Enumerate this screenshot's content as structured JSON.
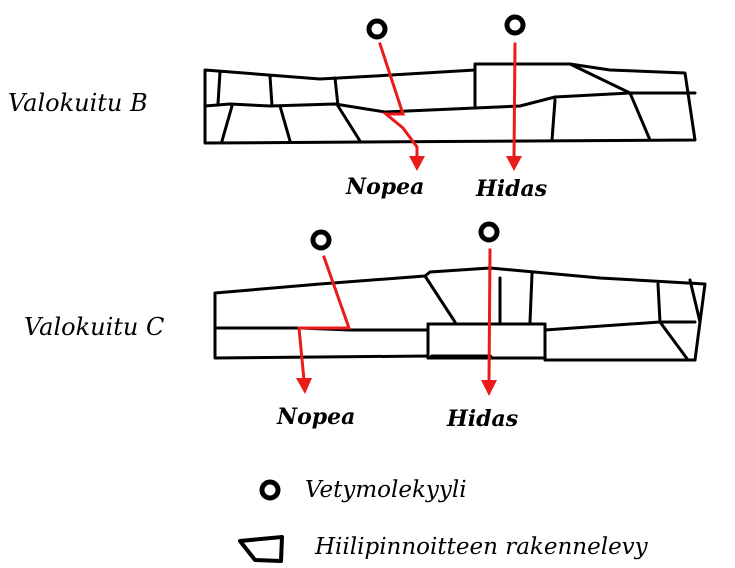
{
  "diagram": {
    "fibers": [
      {
        "id": "B",
        "label": "Valokuitu B",
        "fast_label": "Nopea",
        "slow_label": "Hidas"
      },
      {
        "id": "C",
        "label": "Valokuitu C",
        "fast_label": "Nopea",
        "slow_label": "Hidas"
      }
    ],
    "legend": {
      "molecule_label": "Vetymolekyyli",
      "plate_label": "Hiilipinnoitteen rakennelevy"
    },
    "colors": {
      "path": "#ea1b1b",
      "outline": "#000000",
      "background": "#ffffff"
    }
  }
}
